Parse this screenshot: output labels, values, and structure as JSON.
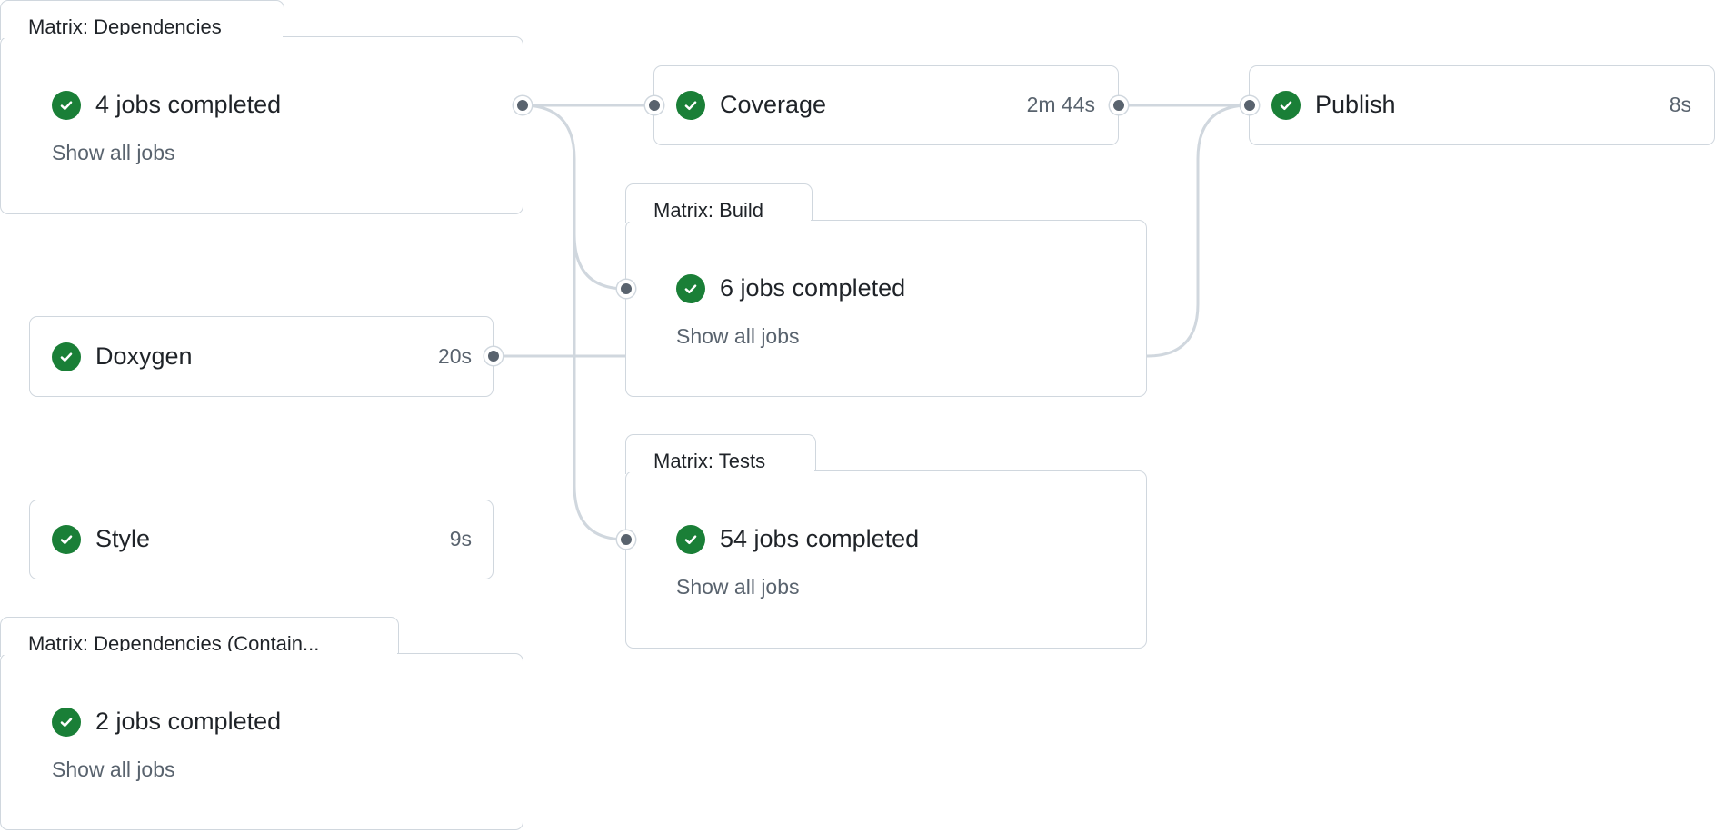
{
  "groups": {
    "dependencies": {
      "title": "Matrix: Dependencies",
      "summary": "4 jobs completed",
      "show_all": "Show all jobs"
    },
    "build": {
      "title": "Matrix: Build",
      "summary": "6 jobs completed",
      "show_all": "Show all jobs"
    },
    "tests": {
      "title": "Matrix: Tests",
      "summary": "54 jobs completed",
      "show_all": "Show all jobs"
    },
    "dependencies_container": {
      "title": "Matrix: Dependencies (Contain...",
      "summary": "2 jobs completed",
      "show_all": "Show all jobs"
    }
  },
  "jobs": {
    "coverage": {
      "name": "Coverage",
      "duration": "2m 44s"
    },
    "publish": {
      "name": "Publish",
      "duration": "8s"
    },
    "doxygen": {
      "name": "Doxygen",
      "duration": "20s"
    },
    "style": {
      "name": "Style",
      "duration": "9s"
    }
  },
  "status": {
    "icon": "check-circle-icon",
    "color": "#1a7f37"
  },
  "colors": {
    "border": "#d0d7de",
    "connector": "#d0d7de",
    "port": "#59636e",
    "muted_text": "#59636e"
  }
}
